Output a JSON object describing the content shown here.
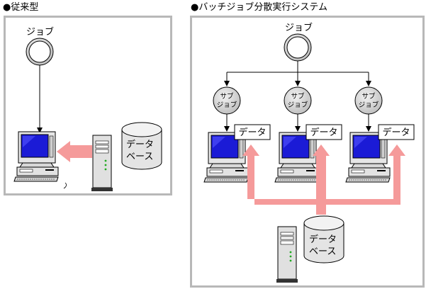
{
  "left_panel": {
    "title": "●従来型",
    "job_label": "ジョブ",
    "db_label_line1": "データ",
    "db_label_line2": "ベース"
  },
  "right_panel": {
    "title": "●バッチジョブ分散実行システム",
    "job_label": "ジョブ",
    "subjob_line1": "サブ",
    "subjob_line2": "ジョブ",
    "data_label": "データ",
    "db_label_line1": "データ",
    "db_label_line2": "ベース"
  },
  "colors": {
    "panel_border": "#b8b8b8",
    "arrow_fill": "#f59a9a",
    "screen_blue": "#1b1bd6",
    "node_gray": "#d0d0d0"
  }
}
